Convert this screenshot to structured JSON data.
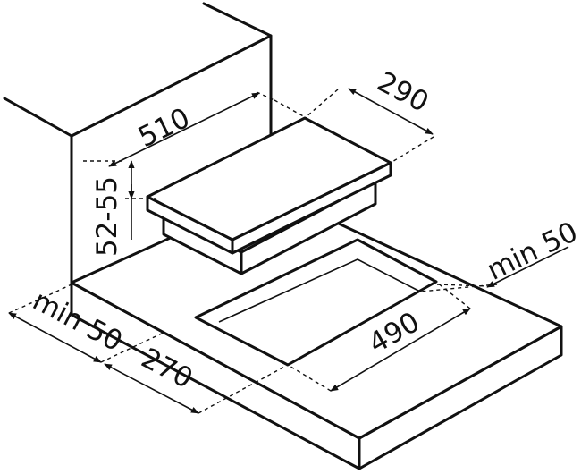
{
  "dimensions": {
    "width_510": "510",
    "depth_290": "290",
    "height_52_55": "52-55",
    "min_50_right": "min 50",
    "cutout_490": "490",
    "min_50_front": "min 50",
    "cutout_270": "270"
  },
  "line_color": "#111111",
  "background": "#ffffff"
}
